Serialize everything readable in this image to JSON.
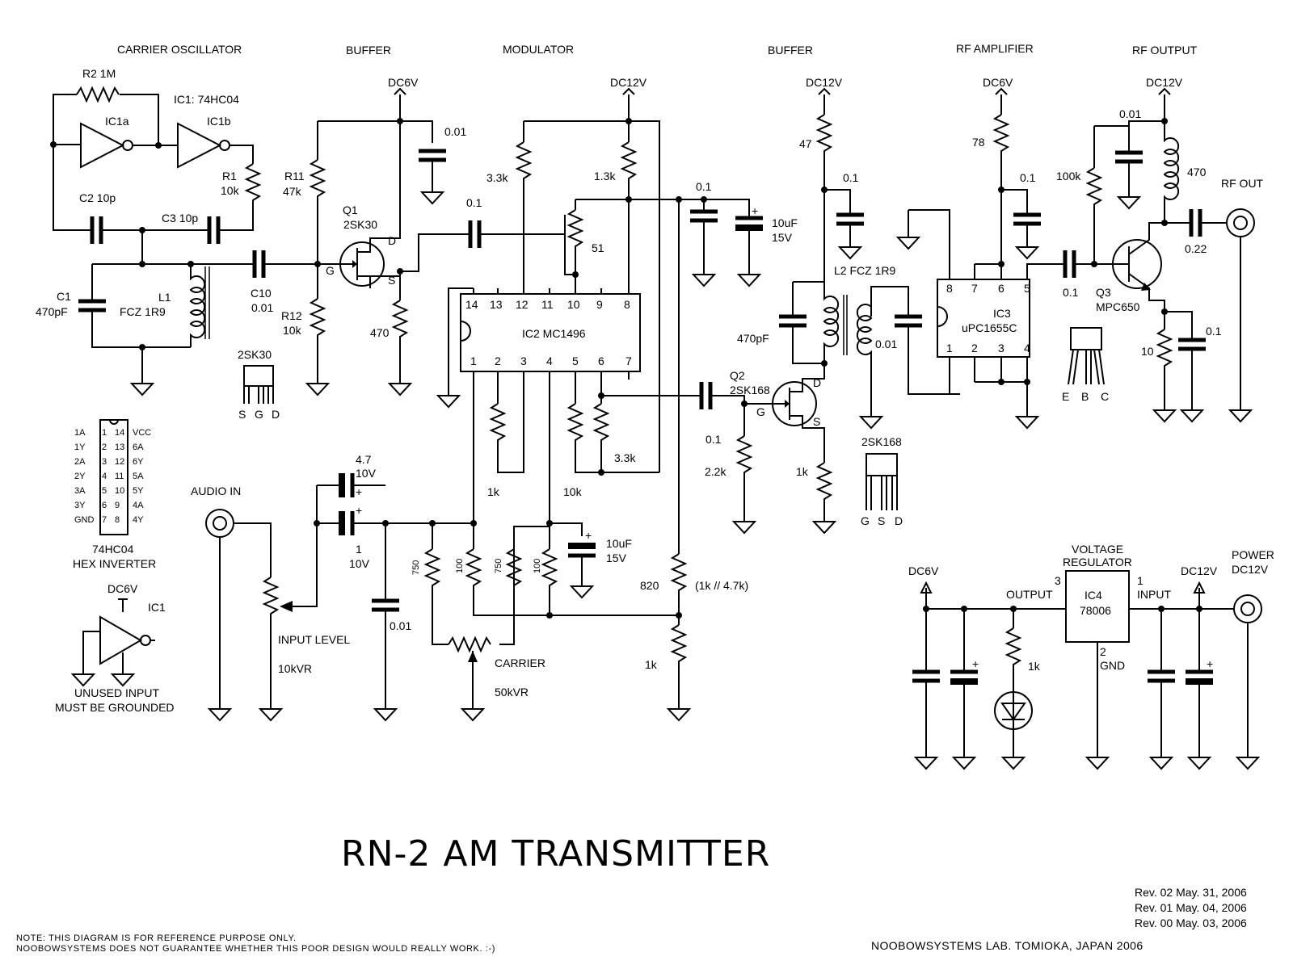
{
  "title": "RN-2 AM TRANSMITTER",
  "sections": {
    "carrier_osc": "CARRIER OSCILLATOR",
    "buffer1": "BUFFER",
    "modulator": "MODULATOR",
    "buffer2": "BUFFER",
    "rf_amp": "RF AMPLIFIER",
    "rf_out": "RF OUTPUT"
  },
  "rails": {
    "dc6v": "DC6V",
    "dc12v": "DC12V"
  },
  "osc": {
    "r2": "R2 1M",
    "ic1_note": "IC1: 74HC04",
    "ic1a": "IC1a",
    "ic1b": "IC1b",
    "r1": "R1",
    "r1v": "10k",
    "c2": "C2 10p",
    "c3": "C3 10p",
    "c1": "C1",
    "c1v": "470pF",
    "l1": "L1",
    "l1v": "FCZ 1R9",
    "c10": "C10",
    "c10v": "0.01"
  },
  "buf1": {
    "r11": "R11",
    "r11v": "47k",
    "r12": "R12",
    "r12v": "10k",
    "q1": "Q1",
    "q1v": "2SK30",
    "g": "G",
    "d": "D",
    "s": "S",
    "c_top": "0.01",
    "r_src": "470",
    "pkg": "2SK30",
    "p1": "S",
    "p2": "G",
    "p3": "D"
  },
  "mod": {
    "ic2": "IC2 MC1496",
    "top_pins": [
      "14",
      "13",
      "12",
      "11",
      "10",
      "9",
      "8"
    ],
    "bot_pins": [
      "1",
      "2",
      "3",
      "4",
      "5",
      "6",
      "7"
    ],
    "r33k": "3.3k",
    "r13k": "1.3k",
    "r51": "51",
    "c01": "0.1",
    "r1k": "1k",
    "r10k": "10k",
    "r33k2": "3.3k",
    "c_dec": "0.1",
    "cap10": "10uF",
    "cap15": "15V"
  },
  "audio": {
    "in": "AUDIO IN",
    "level": "INPUT LEVEL",
    "vr": "10kVR",
    "c47": "4.7",
    "c47v": "10V",
    "c1": "1",
    "c1v": "10V",
    "plus": "+",
    "c001": "0.01",
    "r750a": "750",
    "r100a": "100",
    "r750b": "750",
    "r100b": "100",
    "cap10": "10uF",
    "cap15": "15V",
    "carrier": "CARRIER",
    "vr50": "50kVR",
    "r820": "820",
    "r820_note": "(1k // 4.7k)",
    "r1k": "1k"
  },
  "ic74": {
    "left": [
      "1A",
      "1Y",
      "2A",
      "2Y",
      "3A",
      "3Y",
      "GND"
    ],
    "lnum": [
      "1",
      "2",
      "3",
      "4",
      "5",
      "6",
      "7"
    ],
    "rnum": [
      "14",
      "13",
      "12",
      "11",
      "10",
      "9",
      "8"
    ],
    "right": [
      "VCC",
      "6A",
      "6Y",
      "5A",
      "5Y",
      "4A",
      "4Y"
    ],
    "name": "74HC04",
    "desc": "HEX INVERTER",
    "unused_rail": "DC6V",
    "unused_ic": "IC1",
    "note1": "UNUSED INPUT",
    "note2": "MUST BE GROUNDED"
  },
  "buf2": {
    "r47": "47",
    "c01": "0.1",
    "l2": "L2 FCZ 1R9",
    "c470": "470pF",
    "c001": "0.01",
    "q2": "Q2",
    "q2v": "2SK168",
    "g": "G",
    "d": "D",
    "s": "S",
    "c_in": "0.1",
    "r22k": "2.2k",
    "r1k": "1k",
    "pkg": "2SK168",
    "p1": "G",
    "p2": "S",
    "p3": "D"
  },
  "rfamp": {
    "r78": "78",
    "c01": "0.1",
    "ic3": "IC3",
    "ic3v": "uPC1655C",
    "top_pins": [
      "8",
      "7",
      "6",
      "5"
    ],
    "bot_pins": [
      "1",
      "2",
      "3",
      "4"
    ]
  },
  "rfout": {
    "c001": "0.01",
    "r100k": "100k",
    "l470": "470",
    "rf_out": "RF OUT",
    "c022": "0.22",
    "c01": "0.1",
    "q3": "Q3",
    "q3v": "MPC650",
    "r10": "10",
    "c01b": "0.1",
    "p1": "E",
    "p2": "B",
    "p3": "C"
  },
  "reg": {
    "vr1": "VOLTAGE",
    "vr2": "REGULATOR",
    "ic4": "IC4",
    "ic4v": "78006",
    "pin3": "3",
    "output": "OUTPUT",
    "pin1": "1",
    "input": "INPUT",
    "pin2": "2",
    "gnd": "GND",
    "dc6v": "DC6V",
    "dc12v": "DC12V",
    "power": "POWER",
    "power_v": "DC12V",
    "r1k": "1k",
    "plus": "+"
  },
  "revisions": [
    "Rev. 02 May. 31, 2006",
    "Rev. 01 May. 04, 2006",
    "Rev. 00 May. 03, 2006"
  ],
  "note1": "NOTE: THIS DIAGRAM IS FOR REFERENCE PURPOSE ONLY.",
  "note2": "NOOBOWSYSTEMS DOES NOT GUARANTEE WHETHER THIS POOR DESIGN WOULD REALLY WORK. :-)",
  "lab": "NOOBOWSYSTEMS LAB. TOMIOKA, JAPAN 2006"
}
